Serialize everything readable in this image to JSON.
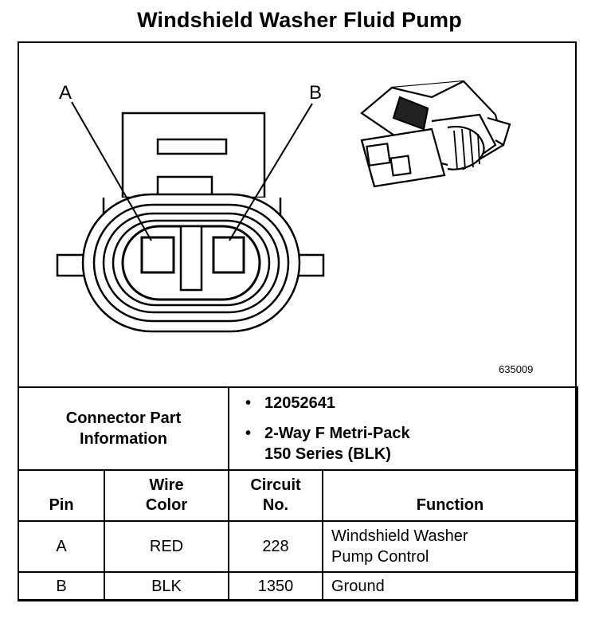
{
  "title": "Windshield Washer Fluid Pump",
  "figure_number": "635009",
  "callouts": {
    "a": "A",
    "b": "B"
  },
  "connector": {
    "label_line1": "Connector Part",
    "label_line2": "Information",
    "bullets": [
      {
        "line1": "12052641",
        "line2": ""
      },
      {
        "line1": "2-Way F Metri-Pack",
        "line2": "150 Series (BLK)"
      }
    ]
  },
  "table": {
    "headers": {
      "pin": "Pin",
      "wire_line1": "Wire",
      "wire_line2": "Color",
      "circuit_line1": "Circuit",
      "circuit_line2": "No.",
      "function": "Function"
    },
    "rows": [
      {
        "pin": "A",
        "wire": "RED",
        "circuit": "228",
        "func_line1": "Windshield Washer",
        "func_line2": "Pump Control"
      },
      {
        "pin": "B",
        "wire": "BLK",
        "circuit": "1350",
        "func_line1": "Ground",
        "func_line2": ""
      }
    ]
  }
}
